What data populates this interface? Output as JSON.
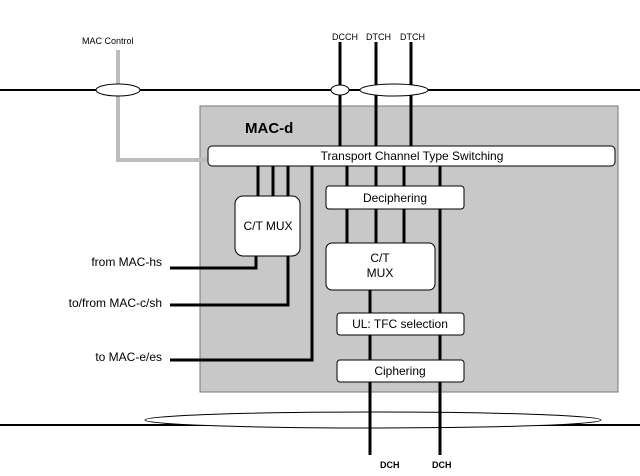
{
  "diagram": {
    "mac_control_label": "MAC Control",
    "top_channels": [
      "DCCH",
      "DTCH",
      "DTCH"
    ],
    "bottom_channels": [
      "DCH",
      "DCH"
    ],
    "entity_title": "MAC-d",
    "blocks": {
      "tcts": "Transport Channel Type Switching",
      "deciphering": "Deciphering",
      "ct_mux_left": "C/T MUX",
      "ct_mux_center_line1": "C/T",
      "ct_mux_center_line2": "MUX",
      "tfc_selection": "UL: TFC selection",
      "ciphering": "Ciphering"
    },
    "interfaces": {
      "from_mac_hs": "from MAC-hs",
      "to_from_mac_c_sh": "to/from MAC-c/sh",
      "to_mac_e_es": "to MAC-e/es"
    },
    "colors": {
      "entity_fill": "#c8c8c8",
      "control_line": "#bdbdbd",
      "line": "#000000",
      "block_fill": "#ffffff"
    }
  }
}
